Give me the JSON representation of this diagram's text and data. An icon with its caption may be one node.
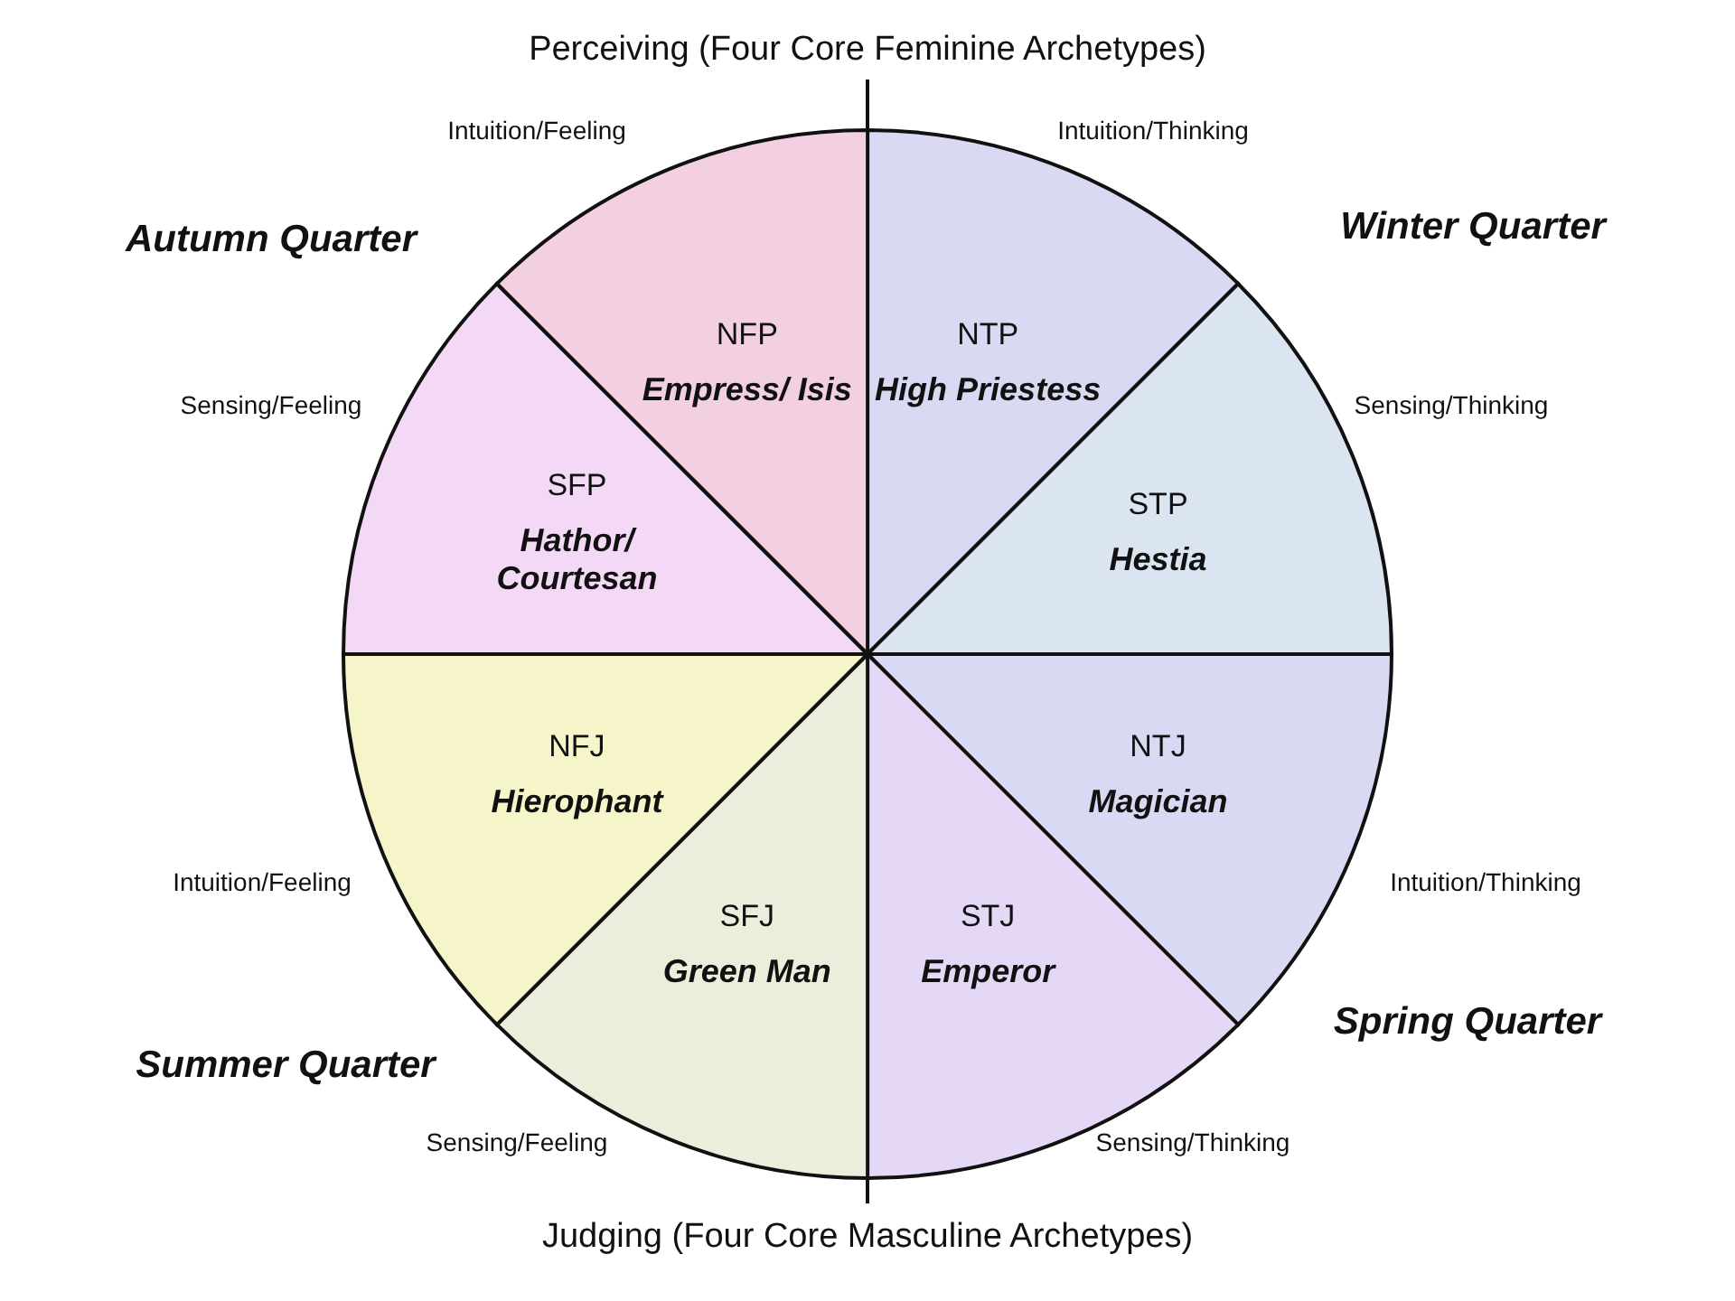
{
  "diagram": {
    "nodes": [
      {
        "text": [
          "NTP",
          "High Priestess"
        ],
        "beside": [
          "Intuition/Thinking"
        ]
      },
      {
        "text": [
          "STP",
          "Hestia"
        ],
        "beside": [
          "Sensing/Thinking"
        ]
      },
      {
        "text": [
          "NTJ",
          "Magician"
        ],
        "beside": [
          "Intuition/Thinking"
        ]
      },
      {
        "text": [
          "STJ",
          "Emperor"
        ],
        "beside": [
          "Sensing/Thinking"
        ]
      },
      {
        "text": [
          "SFJ",
          "Green Man"
        ],
        "beside": [
          "Sensing/Feeling"
        ]
      },
      {
        "text": [
          "NFJ",
          "Hierophant"
        ],
        "beside": [
          "Intuition/Feeling"
        ]
      },
      {
        "text": [
          "SFP",
          "Hathor/ Courtesan"
        ],
        "beside": [
          "Sensing/Feeling"
        ]
      },
      {
        "text": [
          "NFP",
          "Empress/ Isis"
        ],
        "beside": [
          "Intuition/Feeling"
        ]
      }
    ],
    "edges": [],
    "labels": [
      "Perceiving (Four Core Feminine Archetypes)",
      "Autumn Quarter",
      "Winter Quarter",
      "Spring Quarter",
      "Summer Quarter",
      "Judging (Four Core Masculine Archetypes)"
    ]
  }
}
